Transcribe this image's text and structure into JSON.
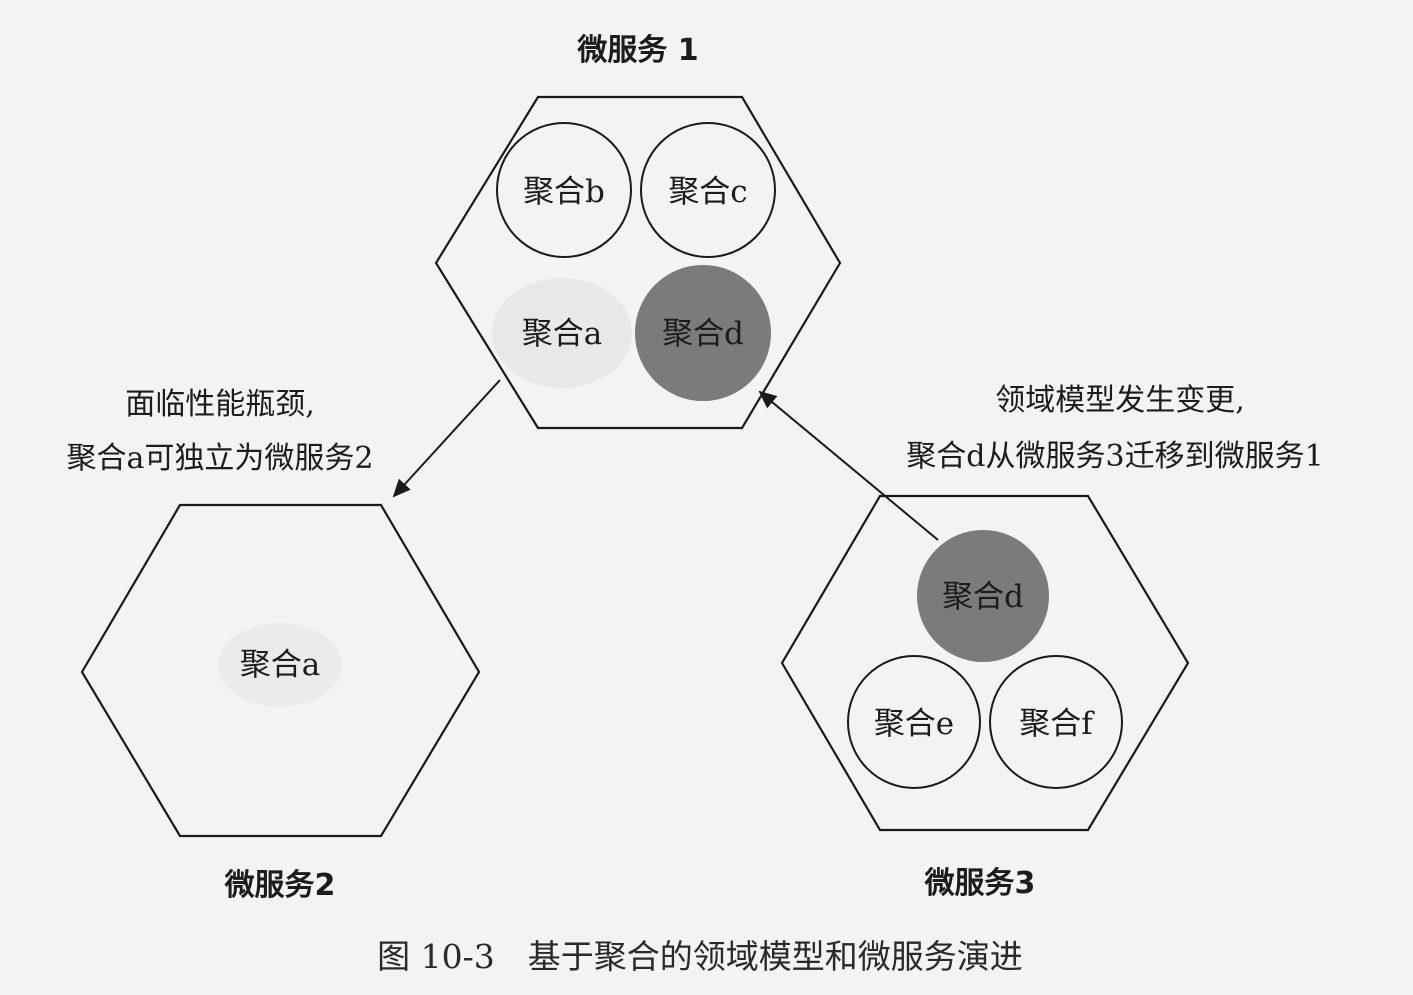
{
  "microservices": {
    "ms1": {
      "title": "微服务 1"
    },
    "ms2": {
      "title": "微服务2"
    },
    "ms3": {
      "title": "微服务3"
    }
  },
  "aggregates": {
    "ms1_b": "聚合b",
    "ms1_c": "聚合c",
    "ms1_a": "聚合a",
    "ms1_d": "聚合d",
    "ms2_a": "聚合a",
    "ms3_d": "聚合d",
    "ms3_e": "聚合e",
    "ms3_f": "聚合f"
  },
  "annotations": {
    "split_line1": "面临性能瓶颈,",
    "split_line2": "聚合a可独立为微服务2",
    "migrate_line1": "领域模型发生变更,",
    "migrate_line2": "聚合d从微服务3迁移到微服务1"
  },
  "caption": "图 10-3　基于聚合的领域模型和微服务演进",
  "colors": {
    "line": "#1a1a1a",
    "background": "#f3f3f1",
    "highlighted_aggregate": "#8c8c8c"
  }
}
